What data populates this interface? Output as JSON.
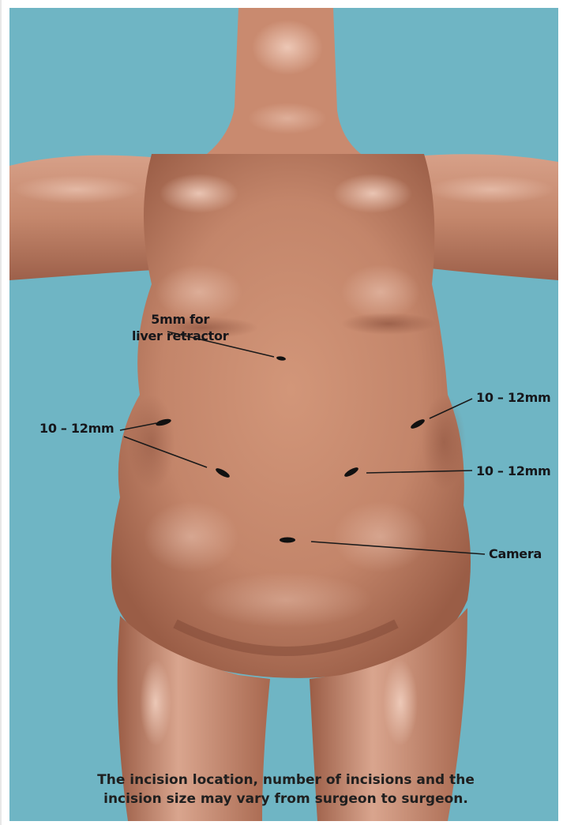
{
  "colors": {
    "background": "#6fb5c4",
    "skin": "#c98a6f",
    "incision": "#111111",
    "leader_line": "#1a1a1a"
  },
  "callouts": {
    "liver_retractor": [
      "5mm for",
      "liver retractor"
    ],
    "left_ports": "10 – 12mm",
    "right_upper_port": "10 – 12mm",
    "right_lower_port": "10 – 12mm",
    "camera": "Camera"
  },
  "caption": {
    "line1": "The incision location, number of incisions and the",
    "line2": "incision size may vary from surgeon to surgeon."
  }
}
